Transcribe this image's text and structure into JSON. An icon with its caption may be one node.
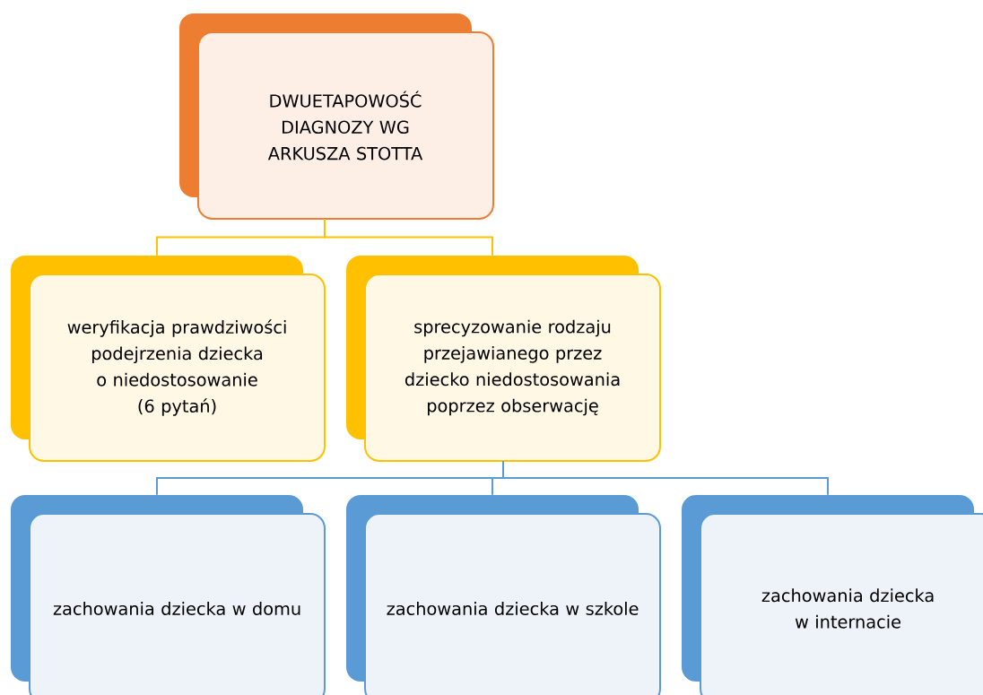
{
  "diagram": {
    "nodes": [
      {
        "text": [
          "DWUETAPOWOŚĆ DIAGNOZY WG ARKUSZA STOTTA"
        ]
      },
      {
        "text": [
          "weryfikacja prawdziwości podejrzenia dziecka o niedostosowanie (6 pytań)"
        ]
      },
      {
        "text": [
          "sprecyzowanie rodzaju przejawianego przez dziecko niedostosowania poprzez obserwację"
        ]
      },
      {
        "text": [
          "zachowania dziecka w domu"
        ]
      },
      {
        "text": [
          "zachowania dziecka w szkole"
        ]
      },
      {
        "text": [
          "zachowania dziecka w internacie"
        ]
      }
    ],
    "edges": [
      {
        "from": 0,
        "to": 1,
        "arrow": "none",
        "color": "#ffc000"
      },
      {
        "from": 0,
        "to": 2,
        "arrow": "none",
        "color": "#ffc000"
      },
      {
        "from": 2,
        "to": 3,
        "arrow": "none",
        "color": "#5b9bd5"
      },
      {
        "from": 2,
        "to": 4,
        "arrow": "none",
        "color": "#5b9bd5"
      },
      {
        "from": 2,
        "to": 5,
        "arrow": "none",
        "color": "#5b9bd5"
      }
    ]
  }
}
